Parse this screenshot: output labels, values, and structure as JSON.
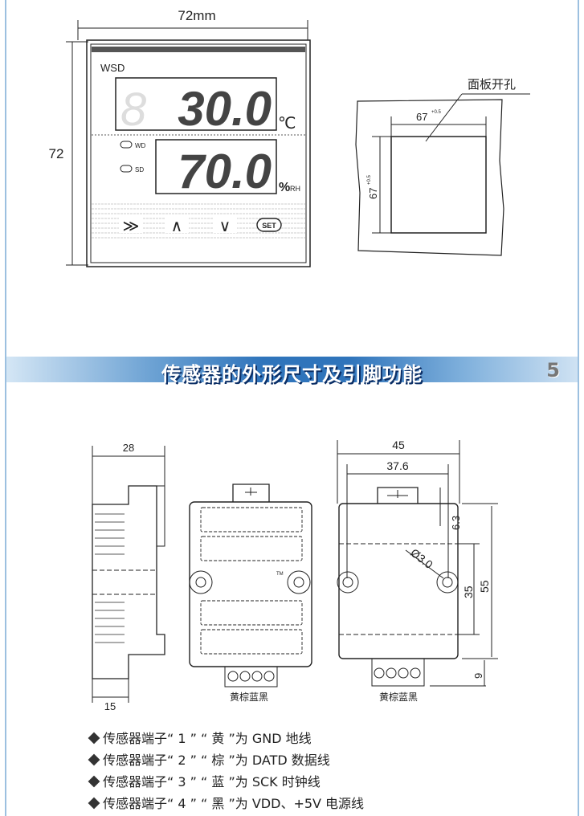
{
  "top_drawing": {
    "width_dim": "72mm",
    "height_dim": "72",
    "brand": "WSD",
    "temp_ghost_digit": "8",
    "temp_value": "30.0",
    "temp_unit": "℃",
    "humidity_value": "70.0",
    "humidity_unit_symbol": "%",
    "humidity_unit_suffix": "RH",
    "indicator_wd": "WD",
    "indicator_sd": "SD",
    "buttons": [
      "≫",
      "∧",
      "∨",
      "SET"
    ]
  },
  "cutout_drawing": {
    "label": "面板开孔",
    "width_dim": "67",
    "width_tol": "+0.5",
    "height_dim": "67",
    "height_tol": "+0.5"
  },
  "banner": {
    "title": "传感器的外形尺寸及引脚功能",
    "page_number": "5"
  },
  "sensor_drawing": {
    "side_depth": "28",
    "side_bottom": "15",
    "front_tm": "TM",
    "wire_colors": "黄棕蓝黑",
    "wire_colors_right": "黄棕蓝黑",
    "dim_width": "45",
    "dim_hole_spacing": "37.6",
    "dim_hanger": "6.3",
    "dim_hole_dia": "Ø3.0",
    "dim_inner": "35",
    "dim_height": "55",
    "dim_connector": "9"
  },
  "notes": [
    "传感器端子“ 1 ” “ 黄 ”为 GND 地线",
    "传感器端子“ 2 ” “ 棕 ”为 DATD 数据线",
    "传感器端子“ 3 ” “ 蓝 ”为 SCK 时钟线",
    "传感器端子“ 4 ” “ 黑 ”为 VDD、+5V 电源线"
  ]
}
